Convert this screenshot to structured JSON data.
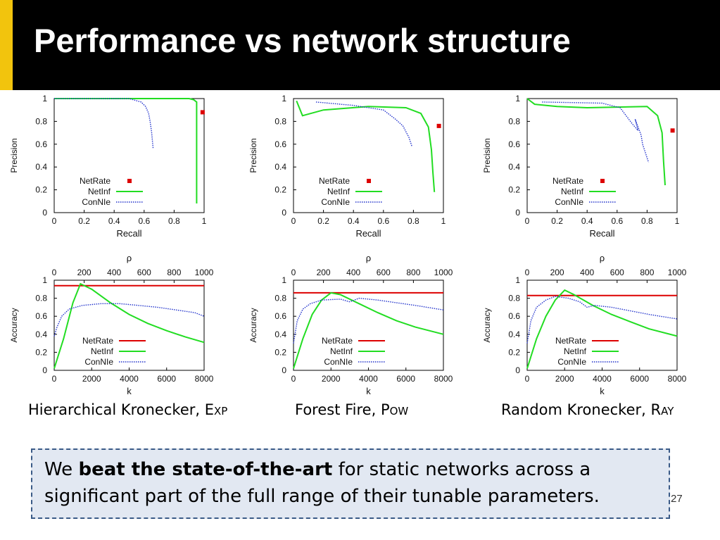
{
  "title": "Performance vs network structure",
  "colors": {
    "header": "#000000",
    "accent": "#f2c40d",
    "netrate": "#dd0000",
    "netinf": "#22dd22",
    "connie": "#2233cc"
  },
  "captions": [
    {
      "main": "Hierarchical Kronecker, E",
      "sc": "XP"
    },
    {
      "main": "Forest Fire, P",
      "sc": "OW"
    },
    {
      "main": "Random Kronecker, R",
      "sc": "AY"
    }
  ],
  "callout": {
    "pre": "We ",
    "bold": "beat the state-of-the-art",
    "post": " for static networks across a significant part of the full range of their tunable parameters."
  },
  "page_number": "27",
  "chart_data": [
    {
      "type": "line",
      "xlabel": "Recall",
      "ylabel": "Precision",
      "xlim": [
        0,
        1
      ],
      "ylim": [
        0,
        1
      ],
      "xticks": [
        "0",
        "0.2",
        "0.4",
        "0.6",
        "0.8",
        "1"
      ],
      "yticks": [
        "0",
        "0.2",
        "0.4",
        "0.6",
        "0.8",
        "1"
      ],
      "legend": [
        "NetRate",
        "NetInf",
        "ConNIe"
      ],
      "series": [
        {
          "name": "NetRate",
          "style": "point",
          "points": [
            [
              0.99,
              0.88
            ]
          ]
        },
        {
          "name": "NetInf",
          "style": "line",
          "points": [
            [
              0,
              1
            ],
            [
              0.9,
              1
            ],
            [
              0.93,
              0.99
            ],
            [
              0.95,
              0.97
            ],
            [
              0.95,
              0.6
            ],
            [
              0.95,
              0.08
            ]
          ]
        },
        {
          "name": "ConNIe",
          "style": "dotted",
          "points": [
            [
              0,
              1
            ],
            [
              0.5,
              1
            ],
            [
              0.58,
              0.97
            ],
            [
              0.61,
              0.93
            ],
            [
              0.63,
              0.87
            ],
            [
              0.64,
              0.8
            ],
            [
              0.65,
              0.7
            ],
            [
              0.66,
              0.56
            ]
          ]
        }
      ]
    },
    {
      "type": "line",
      "xlabel": "Recall",
      "ylabel": "Precision",
      "xlim": [
        0,
        1
      ],
      "ylim": [
        0,
        1
      ],
      "xticks": [
        "0",
        "0.2",
        "0.4",
        "0.6",
        "0.8",
        "1"
      ],
      "yticks": [
        "0",
        "0.2",
        "0.4",
        "0.6",
        "0.8",
        "1"
      ],
      "legend": [
        "NetRate",
        "NetInf",
        "ConNIe"
      ],
      "series": [
        {
          "name": "NetRate",
          "style": "point",
          "points": [
            [
              0.97,
              0.76
            ]
          ]
        },
        {
          "name": "NetInf",
          "style": "line",
          "points": [
            [
              0.02,
              0.98
            ],
            [
              0.06,
              0.85
            ],
            [
              0.2,
              0.9
            ],
            [
              0.5,
              0.93
            ],
            [
              0.75,
              0.92
            ],
            [
              0.85,
              0.87
            ],
            [
              0.9,
              0.75
            ],
            [
              0.92,
              0.55
            ],
            [
              0.93,
              0.35
            ],
            [
              0.94,
              0.18
            ]
          ]
        },
        {
          "name": "ConNIe",
          "style": "dotted",
          "points": [
            [
              0.15,
              0.97
            ],
            [
              0.4,
              0.94
            ],
            [
              0.6,
              0.9
            ],
            [
              0.68,
              0.82
            ],
            [
              0.73,
              0.76
            ],
            [
              0.77,
              0.66
            ],
            [
              0.79,
              0.58
            ]
          ]
        }
      ]
    },
    {
      "type": "line",
      "xlabel": "Recall",
      "ylabel": "Precision",
      "xlim": [
        0,
        1
      ],
      "ylim": [
        0,
        1
      ],
      "xticks": [
        "0",
        "0.2",
        "0.4",
        "0.6",
        "0.8",
        "1"
      ],
      "yticks": [
        "0",
        "0.2",
        "0.4",
        "0.6",
        "0.8",
        "1"
      ],
      "legend": [
        "NetRate",
        "NetInf",
        "ConNIe"
      ],
      "series": [
        {
          "name": "NetRate",
          "style": "point",
          "points": [
            [
              0.97,
              0.72
            ]
          ]
        },
        {
          "name": "NetInf",
          "style": "line",
          "points": [
            [
              0,
              1
            ],
            [
              0.05,
              0.95
            ],
            [
              0.2,
              0.93
            ],
            [
              0.4,
              0.92
            ],
            [
              0.8,
              0.93
            ],
            [
              0.87,
              0.85
            ],
            [
              0.9,
              0.7
            ],
            [
              0.91,
              0.45
            ],
            [
              0.92,
              0.24
            ]
          ]
        },
        {
          "name": "ConNIe",
          "style": "dotted",
          "points": [
            [
              0.1,
              0.97
            ],
            [
              0.5,
              0.96
            ],
            [
              0.62,
              0.92
            ],
            [
              0.66,
              0.85
            ],
            [
              0.7,
              0.78
            ],
            [
              0.74,
              0.72
            ],
            [
              0.72,
              0.82
            ],
            [
              0.76,
              0.68
            ],
            [
              0.77,
              0.6
            ],
            [
              0.79,
              0.52
            ],
            [
              0.81,
              0.44
            ]
          ]
        }
      ]
    },
    {
      "type": "line",
      "xlabel": "k",
      "ylabel": "Accuracy",
      "x2label": "ρ",
      "xlim": [
        0,
        8000
      ],
      "ylim": [
        0,
        1
      ],
      "x2lim": [
        0,
        1000
      ],
      "xticks": [
        "0",
        "2000",
        "4000",
        "6000",
        "8000"
      ],
      "x2ticks": [
        "0",
        "200",
        "400",
        "600",
        "800",
        "1000"
      ],
      "yticks": [
        "0",
        "0.2",
        "0.4",
        "0.6",
        "0.8",
        "1"
      ],
      "legend": [
        "NetRate",
        "NetInf",
        "ConNIe"
      ],
      "series": [
        {
          "name": "NetRate",
          "style": "line",
          "points": [
            [
              0,
              0.94
            ],
            [
              8000,
              0.94
            ]
          ]
        },
        {
          "name": "NetInf",
          "style": "line",
          "points": [
            [
              0,
              0.02
            ],
            [
              500,
              0.35
            ],
            [
              1000,
              0.75
            ],
            [
              1400,
              0.96
            ],
            [
              2000,
              0.9
            ],
            [
              3000,
              0.75
            ],
            [
              4000,
              0.62
            ],
            [
              5000,
              0.52
            ],
            [
              6000,
              0.44
            ],
            [
              7000,
              0.37
            ],
            [
              8000,
              0.31
            ]
          ]
        },
        {
          "name": "ConNIe",
          "style": "dotted",
          "points": [
            [
              0,
              0.38
            ],
            [
              150,
              0.48
            ],
            [
              400,
              0.6
            ],
            [
              800,
              0.68
            ],
            [
              1500,
              0.72
            ],
            [
              2500,
              0.74
            ],
            [
              3500,
              0.74
            ],
            [
              4500,
              0.72
            ],
            [
              5500,
              0.7
            ],
            [
              6500,
              0.67
            ],
            [
              7500,
              0.64
            ],
            [
              8000,
              0.6
            ]
          ]
        }
      ]
    },
    {
      "type": "line",
      "xlabel": "k",
      "ylabel": "Accuracy",
      "x2label": "ρ",
      "xlim": [
        0,
        8000
      ],
      "ylim": [
        0,
        1
      ],
      "x2lim": [
        0,
        1000
      ],
      "xticks": [
        "0",
        "2000",
        "4000",
        "6000",
        "8000"
      ],
      "x2ticks": [
        "0",
        "200",
        "400",
        "600",
        "800",
        "1000"
      ],
      "yticks": [
        "0",
        "0.2",
        "0.4",
        "0.6",
        "0.8",
        "1"
      ],
      "legend": [
        "NetRate",
        "NetInf",
        "ConNIe"
      ],
      "series": [
        {
          "name": "NetRate",
          "style": "line",
          "points": [
            [
              0,
              0.86
            ],
            [
              8000,
              0.86
            ]
          ]
        },
        {
          "name": "NetInf",
          "style": "line",
          "points": [
            [
              0,
              0.02
            ],
            [
              500,
              0.35
            ],
            [
              1000,
              0.62
            ],
            [
              1500,
              0.78
            ],
            [
              2000,
              0.86
            ],
            [
              2500,
              0.84
            ],
            [
              3500,
              0.74
            ],
            [
              4500,
              0.64
            ],
            [
              5500,
              0.55
            ],
            [
              6500,
              0.48
            ],
            [
              8000,
              0.4
            ]
          ]
        },
        {
          "name": "ConNIe",
          "style": "dotted",
          "points": [
            [
              0,
              0.3
            ],
            [
              200,
              0.55
            ],
            [
              500,
              0.68
            ],
            [
              900,
              0.74
            ],
            [
              1500,
              0.78
            ],
            [
              2500,
              0.79
            ],
            [
              3000,
              0.76
            ],
            [
              3500,
              0.8
            ],
            [
              4500,
              0.78
            ],
            [
              5500,
              0.75
            ],
            [
              6500,
              0.72
            ],
            [
              8000,
              0.67
            ]
          ]
        }
      ]
    },
    {
      "type": "line",
      "xlabel": "k",
      "ylabel": "Accuracy",
      "x2label": "ρ",
      "xlim": [
        0,
        8000
      ],
      "ylim": [
        0,
        1
      ],
      "x2lim": [
        0,
        1000
      ],
      "xticks": [
        "0",
        "2000",
        "4000",
        "6000",
        "8000"
      ],
      "x2ticks": [
        "0",
        "200",
        "400",
        "600",
        "800",
        "1000"
      ],
      "yticks": [
        "0",
        "0.2",
        "0.4",
        "0.6",
        "0.8",
        "1"
      ],
      "legend": [
        "NetRate",
        "NetInf",
        "ConNIe"
      ],
      "series": [
        {
          "name": "NetRate",
          "style": "line",
          "points": [
            [
              0,
              0.83
            ],
            [
              8000,
              0.83
            ]
          ]
        },
        {
          "name": "NetInf",
          "style": "line",
          "points": [
            [
              0,
              0.02
            ],
            [
              500,
              0.35
            ],
            [
              1000,
              0.6
            ],
            [
              1500,
              0.78
            ],
            [
              2000,
              0.89
            ],
            [
              2500,
              0.84
            ],
            [
              3500,
              0.72
            ],
            [
              4500,
              0.62
            ],
            [
              5500,
              0.54
            ],
            [
              6500,
              0.46
            ],
            [
              8000,
              0.38
            ]
          ]
        },
        {
          "name": "ConNIe",
          "style": "dotted",
          "points": [
            [
              0,
              0.3
            ],
            [
              200,
              0.55
            ],
            [
              500,
              0.7
            ],
            [
              1000,
              0.78
            ],
            [
              1500,
              0.82
            ],
            [
              2200,
              0.8
            ],
            [
              2800,
              0.76
            ],
            [
              3200,
              0.7
            ],
            [
              3600,
              0.72
            ],
            [
              4500,
              0.7
            ],
            [
              5500,
              0.66
            ],
            [
              6500,
              0.62
            ],
            [
              8000,
              0.57
            ]
          ]
        }
      ]
    }
  ]
}
